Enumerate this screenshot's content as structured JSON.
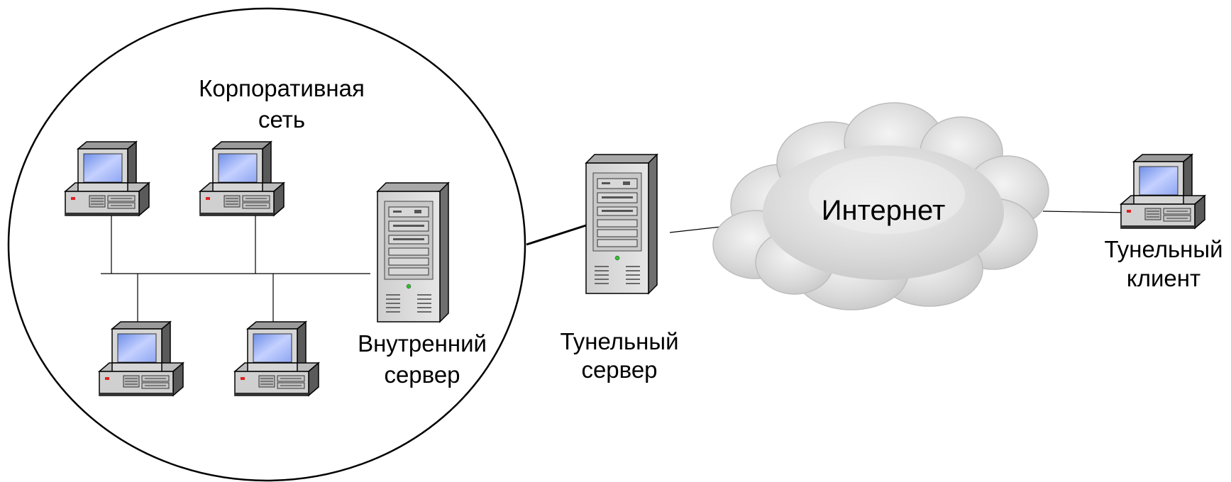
{
  "labels": {
    "corporate_line1": "Корпоративная",
    "corporate_line2": "сеть",
    "internal_server_line1": "Внутренний",
    "internal_server_line2": "сервер",
    "tunnel_server_line1": "Тунельный",
    "tunnel_server_line2": "сервер",
    "internet": "Интернет",
    "tunnel_client_line1": "Тунельный",
    "tunnel_client_line2": "клиент"
  },
  "colors": {
    "screen": "#8aa4f0",
    "casing_light": "#e2e2e2",
    "casing_dark": "#6f6f6f",
    "cloud": "#d9d9d9",
    "led_red": "#e02020",
    "led_green": "#30c030"
  }
}
